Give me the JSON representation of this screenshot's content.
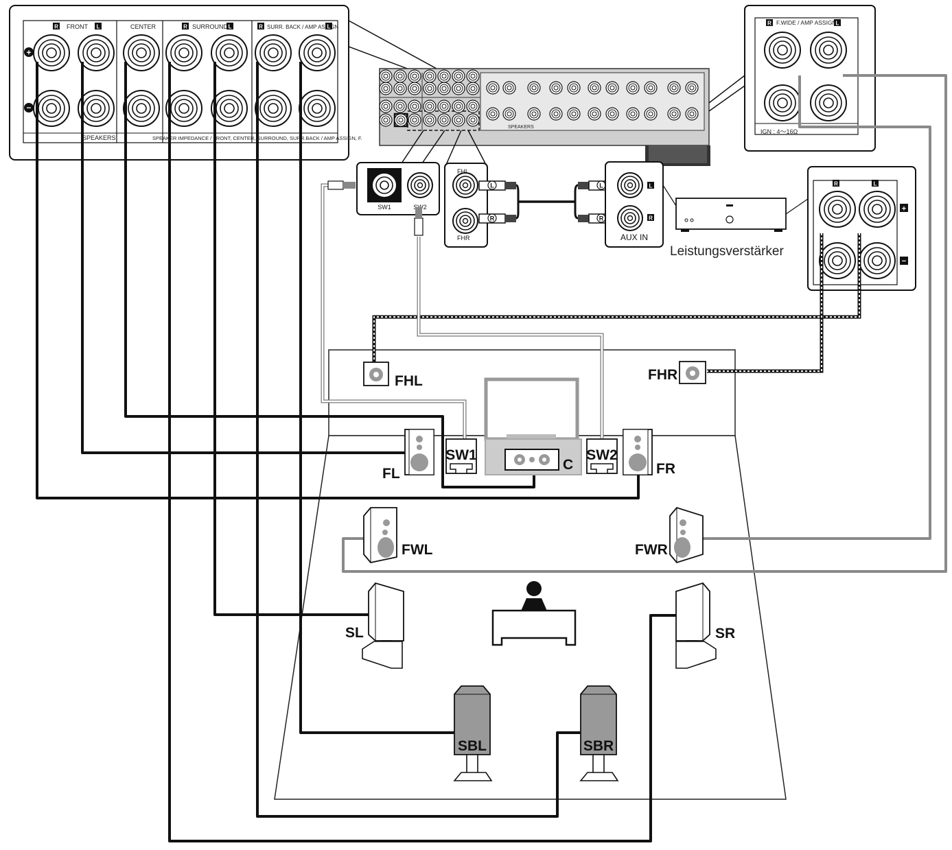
{
  "panel_left": {
    "front": "FRONT",
    "center": "CENTER",
    "surround": "SURROUND",
    "surr_back": "SURR. BACK / AMP ASSIGN",
    "speakers": "SPEAKERS",
    "impedance_text": "SPEAKER IMPEDANCE / FRONT, CENTER, SURROUND, SURR.BACK / AMP ASSIGN, F.",
    "r_badge": "R",
    "l_badge": "L"
  },
  "panel_right": {
    "title": "F.WIDE / AMP ASSIGN",
    "impedance": "IGN : 4～16Ω"
  },
  "subwoofer": {
    "sw1": "SW1",
    "sw2": "SW2"
  },
  "front_height": {
    "fhl": "FHL",
    "fhr": "FHR"
  },
  "amp": {
    "aux_in": "AUX IN",
    "name": "Leistungsverstärker"
  },
  "speakers": {
    "FHL": "FHL",
    "FHR": "FHR",
    "SW1": "SW1",
    "SW2": "SW2",
    "C": "C",
    "FL": "FL",
    "FR": "FR",
    "FWL": "FWL",
    "FWR": "FWR",
    "SL": "SL",
    "SR": "SR",
    "SBL": "SBL",
    "SBR": "SBR"
  },
  "colors": {
    "cable_speaker": "#111111",
    "cable_wide": "#8a8a8a",
    "device_panel": "#cfcfcf",
    "speaker_dark": "#9a9a9a"
  }
}
